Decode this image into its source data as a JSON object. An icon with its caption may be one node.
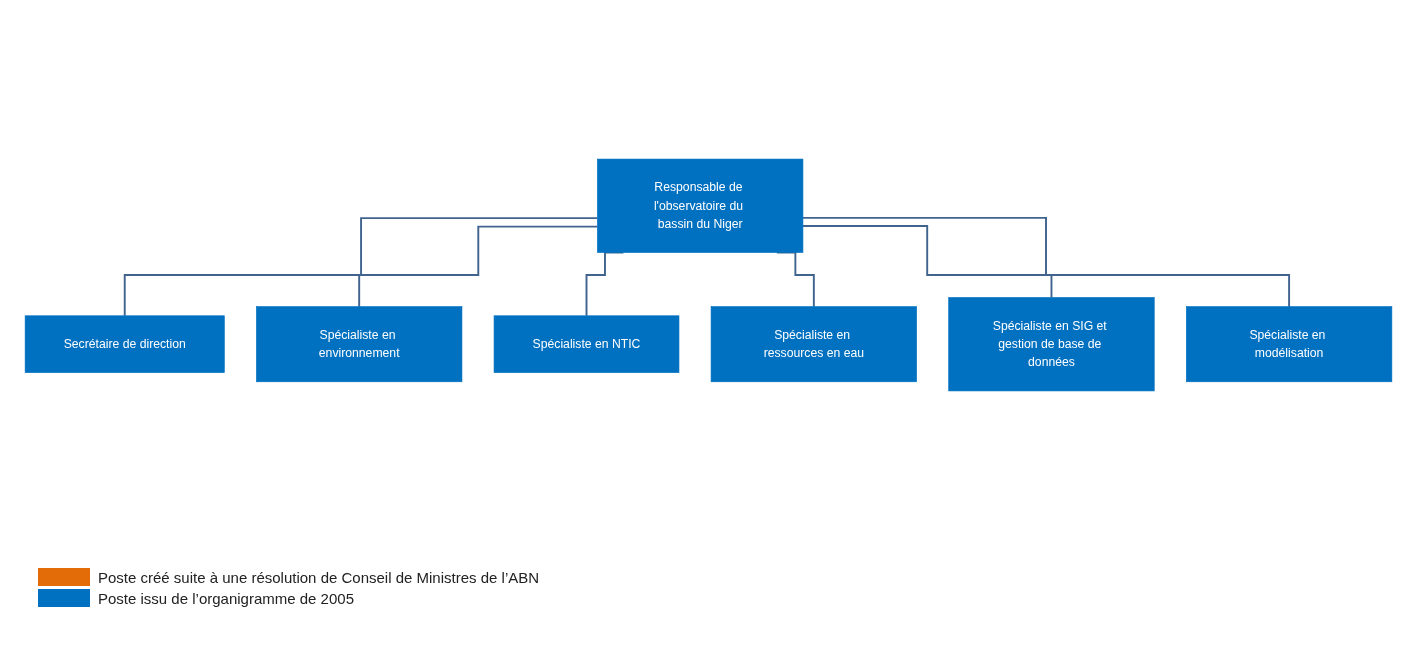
{
  "diagram": {
    "nodes": [
      {
        "text": [
          "Responsable de l'observatoire du bassin du Niger"
        ]
      },
      {
        "text": [
          "Secrétaire de direction"
        ]
      },
      {
        "text": [
          "Spécialiste en environnement"
        ]
      },
      {
        "text": [
          "Spécialiste en NTIC"
        ]
      },
      {
        "text": [
          "Spécialiste en ressources en eau"
        ]
      },
      {
        "text": [
          "Spécialiste en SIG et gestion de base de données"
        ]
      },
      {
        "text": [
          "Spécialiste en modélisation"
        ]
      }
    ],
    "edges": [
      {
        "from": 0,
        "to": 1,
        "arrow": "none"
      },
      {
        "from": 0,
        "to": 2,
        "arrow": "none"
      },
      {
        "from": 0,
        "to": 3,
        "arrow": "none"
      },
      {
        "from": 0,
        "to": 4,
        "arrow": "none"
      },
      {
        "from": 0,
        "to": 5,
        "arrow": "none"
      },
      {
        "from": 0,
        "to": 6,
        "arrow": "none"
      }
    ],
    "legend": [
      {
        "text": "Poste créé suite à une résolution de Conseil de Ministres de l’ABN",
        "color": "#e36c09"
      },
      {
        "text": "Poste issu de l’organigramme de 2005",
        "color": "#0070c0"
      }
    ]
  }
}
